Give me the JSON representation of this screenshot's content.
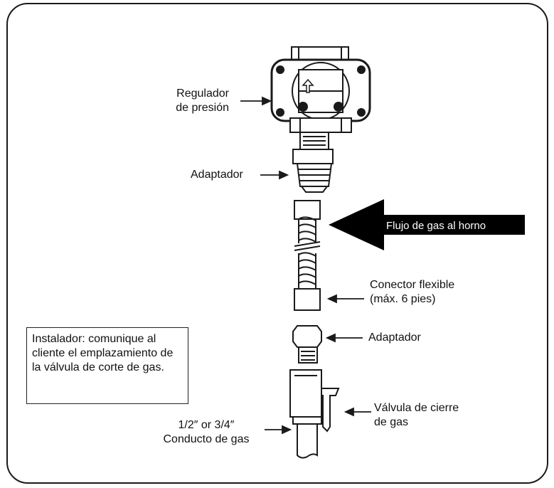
{
  "labels": {
    "regulator": "Regulador\nde presión",
    "adapter_top": "Adaptador",
    "flow": "Flujo de gas al horno",
    "connector": "Conector flexible\n(máx. 6 pies)",
    "adapter_bottom": "Adaptador",
    "valve": "Válvula de cierre\nde gas",
    "pipe": "1/2″ or 3/4″\nConducto de gas"
  },
  "note": "Instalador: comunique al cliente el emplazamiento de la válvula de corte de gas.",
  "colors": {
    "line": "#1a1a1a",
    "flow_arrow": "#000000",
    "background": "#ffffff"
  }
}
